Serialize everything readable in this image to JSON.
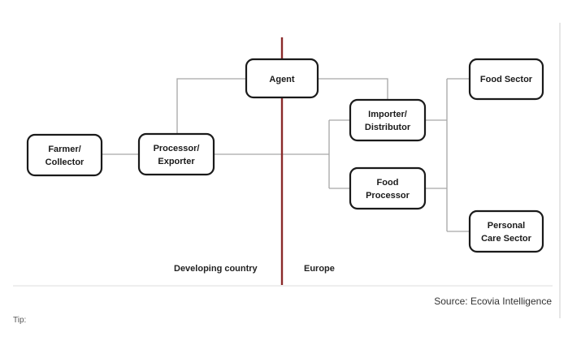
{
  "diagram": {
    "colors": {
      "divider": "#8b2a2a",
      "connector": "#a6a6a6",
      "node_border": "#1a1a1a",
      "right_edge": "#e6e6e6",
      "baseline": "#dddddd"
    },
    "nodes": {
      "farmer": {
        "lines": [
          "Farmer/",
          "Collector"
        ]
      },
      "processor_exporter": {
        "lines": [
          "Processor/",
          "Exporter"
        ]
      },
      "agent": {
        "lines": [
          "Agent"
        ]
      },
      "importer": {
        "lines": [
          "Importer/",
          "Distributor"
        ]
      },
      "food_processor": {
        "lines": [
          "Food",
          "Processor"
        ]
      },
      "food_sector": {
        "lines": [
          "Food Sector"
        ]
      },
      "personal_care": {
        "lines": [
          "Personal",
          "Care Sector"
        ]
      }
    },
    "regions": {
      "left": "Developing country",
      "right": "Europe"
    },
    "source": "Source: Ecovia Intelligence",
    "footer_fragment": "Tip:"
  }
}
